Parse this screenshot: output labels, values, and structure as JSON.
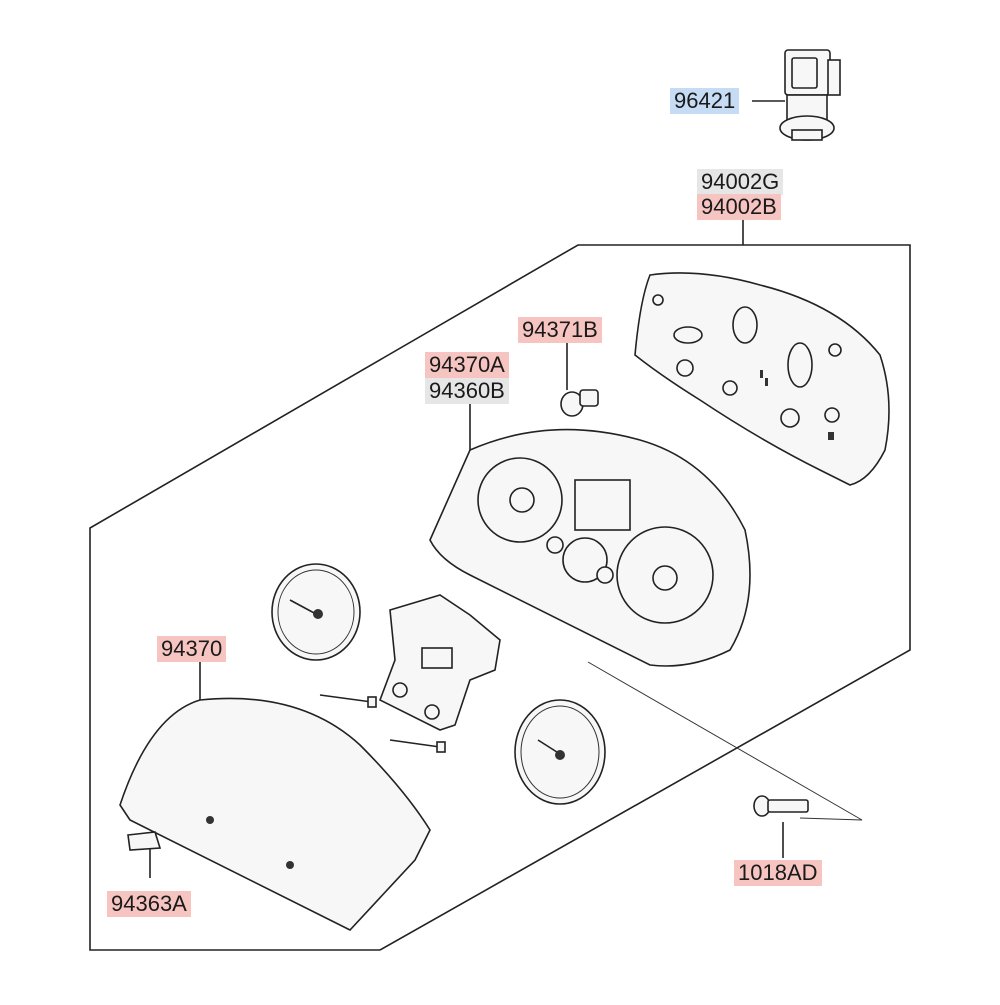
{
  "diagram": {
    "labels": [
      {
        "id": "96421",
        "text": "96421",
        "highlight": "blue"
      },
      {
        "id": "94002G",
        "text": "94002G",
        "highlight": "gray"
      },
      {
        "id": "94002B",
        "text": "94002B",
        "highlight": "red"
      },
      {
        "id": "94371B",
        "text": "94371B",
        "highlight": "red"
      },
      {
        "id": "94370A",
        "text": "94370A",
        "highlight": "red"
      },
      {
        "id": "94360B",
        "text": "94360B",
        "highlight": "gray"
      },
      {
        "id": "94370",
        "text": "94370",
        "highlight": "red"
      },
      {
        "id": "94363A",
        "text": "94363A",
        "highlight": "red"
      },
      {
        "id": "1018AD",
        "text": "1018AD",
        "highlight": "red"
      }
    ],
    "colors": {
      "blue_tag": "#c6dcf5",
      "red_tag": "#f6c5c2",
      "gray_tag": "#e6e6e6",
      "line": "#222222"
    }
  }
}
